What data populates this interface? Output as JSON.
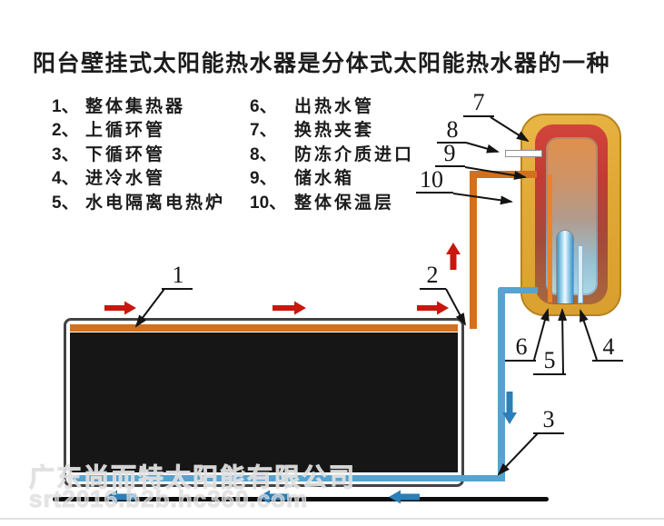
{
  "title": "阳台壁挂式太阳能热水器是分体式太阳能热水器的一种",
  "legend": {
    "left": [
      {
        "num": "1、",
        "label": "整体集热器"
      },
      {
        "num": "2、",
        "label": "上循环管"
      },
      {
        "num": "3、",
        "label": "下循环管"
      },
      {
        "num": "4、",
        "label": "进冷水管"
      },
      {
        "num": "5、",
        "label": "水电隔离电热炉"
      }
    ],
    "right": [
      {
        "num": "6、",
        "label": "出热水管"
      },
      {
        "num": "7、",
        "label": "换热夹套"
      },
      {
        "num": "8、",
        "label": "防冻介质进口"
      },
      {
        "num": "9、",
        "label": "储水箱"
      },
      {
        "num": "10、",
        "label": "整体保温层"
      }
    ]
  },
  "callouts": {
    "c1": "1",
    "c2": "2",
    "c3": "3",
    "c4": "4",
    "c5": "5",
    "c6": "6",
    "c7": "7",
    "c8": "8",
    "c9": "9",
    "c10": "10"
  },
  "watermark": {
    "company": "广东尚而特太阳能有限公司",
    "site": "srt2016.b2b.hc360.com"
  },
  "colors": {
    "hot_pipe": "#d2701e",
    "cold_pipe": "#55a3d0",
    "flow_arrow_red": "#c8170d",
    "flow_arrow_blue": "#2b7fb8",
    "insulation_yellow": "#e0a836",
    "jacket_red": "#c8392e",
    "absorber_black": "#161616"
  }
}
